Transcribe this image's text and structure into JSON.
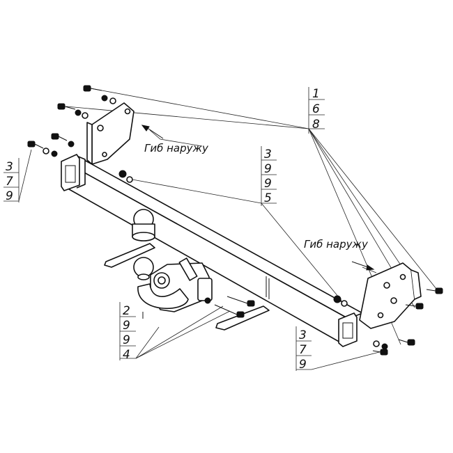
{
  "callouts": {
    "top_right": [
      "1",
      "6",
      "8"
    ],
    "center": [
      "3",
      "9",
      "9",
      "5"
    ],
    "left": [
      "3",
      "7",
      "9"
    ],
    "bottom_left": [
      "2",
      "9",
      "9",
      "4"
    ],
    "bottom_right": [
      "3",
      "7",
      "9"
    ]
  },
  "notes": {
    "bend_outward_top": "Гиб наружу",
    "bend_outward_right": "Гиб наружу"
  }
}
